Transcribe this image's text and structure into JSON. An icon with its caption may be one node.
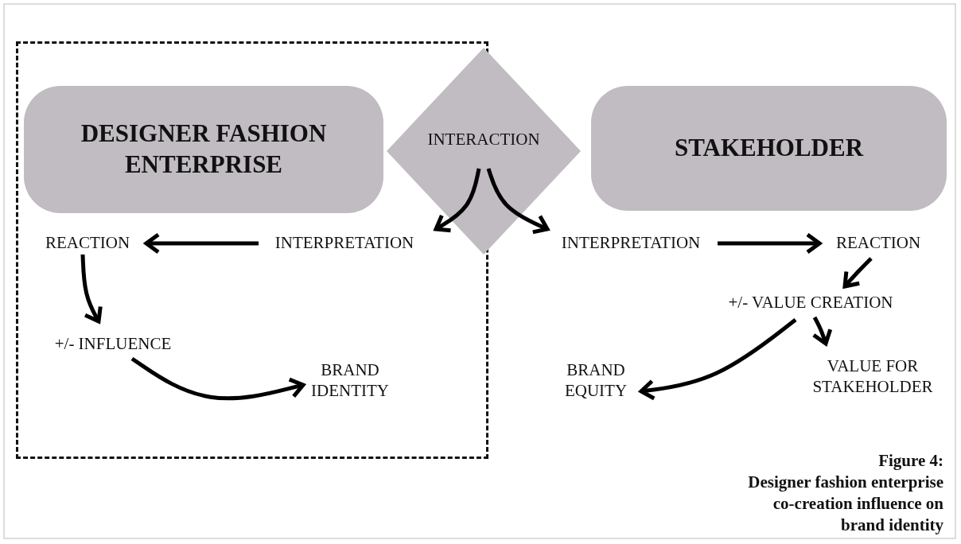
{
  "diagram": {
    "caption": "Designer fashion enterprise co-creation influence on brand identity",
    "nodes": [
      {
        "text": [],
        "shape": "box"
      },
      {
        "text": [
          "DESIGNER FASHION ENTERPRISE"
        ],
        "in": 0
      },
      {
        "text": [
          "INTERACTION"
        ]
      },
      {
        "text": [
          "STAKEHOLDER"
        ]
      },
      {
        "text": [
          "REACTION"
        ],
        "in": 0
      },
      {
        "text": [
          "INTERPRETATION"
        ],
        "in": 0
      },
      {
        "text": [
          "INTERPRETATION"
        ]
      },
      {
        "text": [
          "REACTION"
        ]
      },
      {
        "text": [
          "+/- INFLUENCE"
        ],
        "in": 0
      },
      {
        "text": [
          "+/- VALUE CREATION"
        ]
      },
      {
        "text": [
          "BRAND IDENTITY"
        ],
        "in": 0
      },
      {
        "text": [
          "VALUE FOR STAKEHOLDER"
        ]
      },
      {
        "text": [
          "BRAND EQUITY"
        ]
      }
    ],
    "edges": [
      {
        "from": 2,
        "to": 5,
        "arrow": "to"
      },
      {
        "from": 2,
        "to": 6,
        "arrow": "to"
      },
      {
        "from": 5,
        "to": 4,
        "arrow": "to"
      },
      {
        "from": 6,
        "to": 7,
        "arrow": "to"
      },
      {
        "from": 4,
        "to": 8,
        "arrow": "to"
      },
      {
        "from": 8,
        "to": 10,
        "arrow": "to"
      },
      {
        "from": 7,
        "to": 9,
        "arrow": "to"
      },
      {
        "from": 9,
        "to": 11,
        "arrow": "to"
      },
      {
        "from": 9,
        "to": 12,
        "arrow": "to"
      }
    ],
    "labels": [
      "Figure 4:"
    ]
  }
}
